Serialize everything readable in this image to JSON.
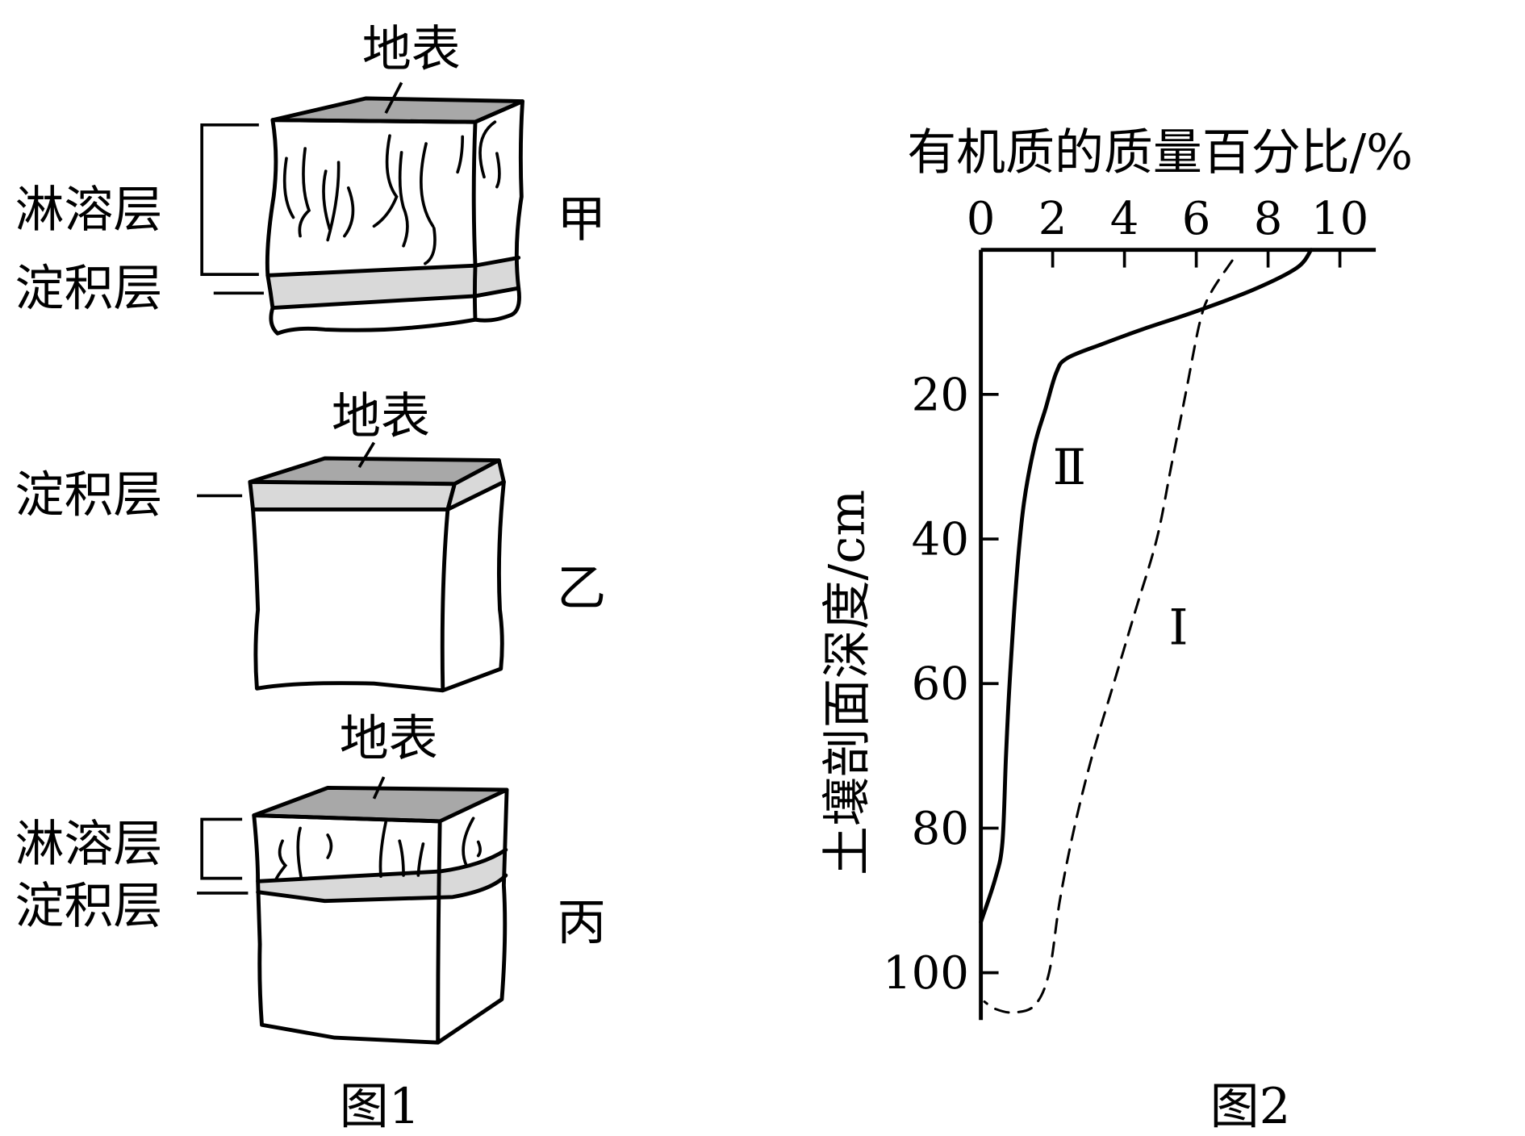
{
  "figure1": {
    "caption": "图1",
    "blocks": [
      {
        "id": "jia",
        "name": "甲",
        "surface_label": "地表",
        "leaching_label": "淋溶层",
        "deposition_label": "淀积层"
      },
      {
        "id": "yi",
        "name": "乙",
        "surface_label": "地表",
        "deposition_label": "淀积层"
      },
      {
        "id": "bing",
        "name": "丙",
        "surface_label": "地表",
        "leaching_label": "淋溶层",
        "deposition_label": "淀积层"
      }
    ],
    "colors": {
      "surface": "#a8a8a8",
      "deposition": "#d9d9d9"
    }
  },
  "chart_data": {
    "type": "line",
    "caption": "图2",
    "xlabel": "有机质的质量百分比/%",
    "ylabel": "土壤剖面深度/cm",
    "x_axis_position": "top",
    "y_axis_inverted": true,
    "xlim": [
      0,
      11
    ],
    "ylim": [
      0,
      106
    ],
    "x_ticks": [
      0,
      2,
      4,
      6,
      8,
      10
    ],
    "x_tick_labels": [
      "0",
      "2",
      "4",
      "6",
      "8",
      "10"
    ],
    "y_ticks": [
      20,
      40,
      60,
      80,
      100
    ],
    "y_tick_labels": [
      "20",
      "40",
      "60",
      "80",
      "100"
    ],
    "series": [
      {
        "name": "Ⅰ",
        "style": "dashed",
        "points": [
          [
            7.0,
            1.5
          ],
          [
            6.4,
            6
          ],
          [
            6.1,
            10
          ],
          [
            5.7,
            20
          ],
          [
            5.3,
            30
          ],
          [
            4.9,
            40
          ],
          [
            4.3,
            50
          ],
          [
            3.7,
            60
          ],
          [
            3.1,
            70
          ],
          [
            2.6,
            80
          ],
          [
            2.2,
            90
          ],
          [
            1.9,
            100
          ],
          [
            1.5,
            104.5
          ],
          [
            0.9,
            105.5
          ],
          [
            0.4,
            105
          ],
          [
            0.1,
            104
          ]
        ]
      },
      {
        "name": "Ⅱ",
        "style": "solid",
        "points": [
          [
            9.2,
            0
          ],
          [
            8.8,
            2.5
          ],
          [
            7.6,
            5.5
          ],
          [
            6.0,
            8.5
          ],
          [
            4.5,
            11
          ],
          [
            3.4,
            13
          ],
          [
            2.4,
            15
          ],
          [
            2.1,
            17
          ],
          [
            1.8,
            22
          ],
          [
            1.5,
            27
          ],
          [
            1.2,
            35
          ],
          [
            1.0,
            45
          ],
          [
            0.8,
            60
          ],
          [
            0.7,
            70
          ],
          [
            0.6,
            82
          ],
          [
            0.4,
            87
          ],
          [
            0.0,
            93
          ]
        ]
      }
    ]
  }
}
